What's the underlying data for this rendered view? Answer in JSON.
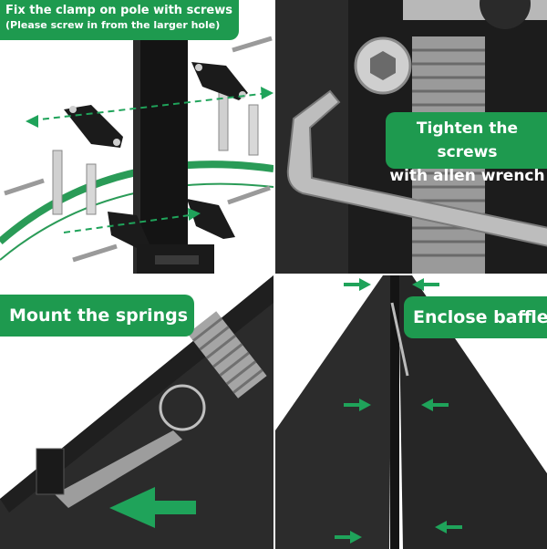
{
  "steps": [
    {
      "title": "Fix the clamp on pole with screws",
      "subtitle": "(Please screw in from the larger hole)"
    },
    {
      "title_line1": "Tighten the screws",
      "title_line2": "with allen wrench"
    },
    {
      "title": "Mount the springs"
    },
    {
      "title": "Enclose baffle"
    }
  ],
  "colors": {
    "label_green": "#1e9a4f",
    "arrow_green": "#1fa35a",
    "label_text": "#ffffff",
    "metal_dark": "#1c1c1c"
  }
}
